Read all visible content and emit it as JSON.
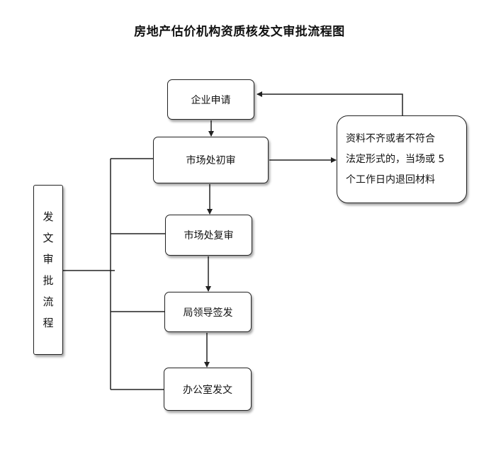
{
  "title": "房地产估价机构资质核发文审批流程图",
  "steps": {
    "apply": "企业申请",
    "initial": "市场处初审",
    "review": "市场处复审",
    "sign": "局领导签发",
    "issue": "办公室发文"
  },
  "note": {
    "line1": "资料不齐或者不符合",
    "line2": "法定形式的，当场或 5",
    "line3": "个工作日内退回材料"
  },
  "side_label": [
    "发",
    "文",
    "审",
    "批",
    "流",
    "程"
  ]
}
